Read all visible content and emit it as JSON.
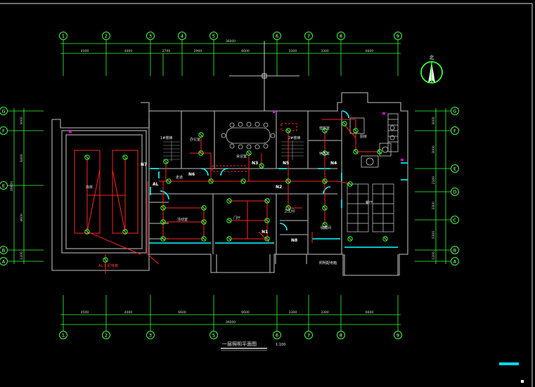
{
  "colors": {
    "background": "#000000",
    "grid": "#00ff00",
    "wall": "#9a9a9a",
    "wiring": "#ff2020",
    "cyan": "#00ffff",
    "magenta": "#ff00ff",
    "text": "#e8e8e8"
  },
  "grid_axes": {
    "top_labels": [
      "1",
      "2",
      "3",
      "4",
      "5",
      "6",
      "7",
      "8",
      "9"
    ],
    "bottom_labels": [
      "1",
      "2",
      "3",
      "5",
      "6",
      "7",
      "8",
      "9"
    ],
    "left_labels": [
      "G",
      "F",
      "E",
      "B",
      "A"
    ],
    "right_labels": [
      "G",
      "F",
      "E",
      "D",
      "C",
      "B",
      "A"
    ]
  },
  "dimensions": {
    "top_segments": [
      "4500",
      "4000",
      "2700",
      "2900",
      "6600",
      "3300",
      "3300",
      "6600"
    ],
    "top_total": "36000",
    "bottom_segments": [
      "4500",
      "4000",
      "6600",
      "6600",
      "3300",
      "3300",
      "6600"
    ],
    "bottom_total": "36000",
    "left_segments": [
      "3000",
      "6400",
      "4600",
      "1200"
    ],
    "left_total": "16600",
    "right_segments": [
      "3000",
      "3000",
      "2100",
      "3300",
      "3300",
      "1200"
    ]
  },
  "rooms": {
    "warehouse": "库房",
    "stair1": "1#楼梯",
    "stair2": "2#楼梯",
    "meeting": "会议室",
    "office": "办公室",
    "dining": "餐厅",
    "kitchen": "厨房",
    "corridor": "走道",
    "lobby": "门厅",
    "toilet": "卫生间",
    "storage": "储藏间",
    "duty": "值班室",
    "restroom": "休息室",
    "activity": "活动室"
  },
  "labels": {
    "n1": "N1",
    "n2": "N2",
    "n3": "N3",
    "n4": "N4",
    "n5": "N5",
    "n6": "N6",
    "n7": "N7",
    "n8": "N8",
    "al": "AL",
    "al_note": "AL-1 配电箱",
    "panel_note": "照明配电箱"
  },
  "title": {
    "main": "一层照明平面图",
    "scale": "1:100"
  },
  "north_label": "北"
}
